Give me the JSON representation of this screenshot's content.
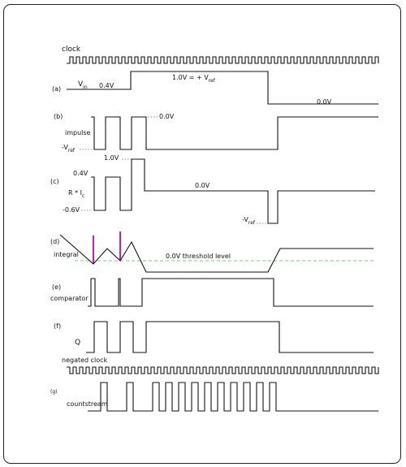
{
  "rows": {
    "clock": {
      "name": "clock"
    },
    "a": {
      "letter": "(a)",
      "vin": "V",
      "vin_sub": "in",
      "val1": "0.4V",
      "val2_main": "1.0V  = + V",
      "val2_sub": "ref",
      "val3": "0.0V"
    },
    "b": {
      "letter": "(b)",
      "name": "impulse",
      "neg_main": "-V",
      "neg_sub": "ref",
      "zero": "0.0V"
    },
    "c": {
      "letter": "(c)",
      "top": "1.0V",
      "pos": "0.4V",
      "name_main": "R * I",
      "name_sub": "c",
      "neg": "-0.6V",
      "zero": "0.0V",
      "vref_main": "-V",
      "vref_sub": "ref"
    },
    "d": {
      "letter": "(d)",
      "name": "integral",
      "threshold": "0.0V threshold level"
    },
    "e": {
      "letter": "(e)",
      "name": "comparator"
    },
    "f": {
      "letter": "(f)",
      "name": "Q"
    },
    "neg_clock": {
      "name": "negated clock"
    },
    "g": {
      "letter": "(g)",
      "name": "countstream"
    }
  },
  "colors": {
    "spike": "#c020b0",
    "threshold": "#6fd06f",
    "trace": "#111111"
  }
}
